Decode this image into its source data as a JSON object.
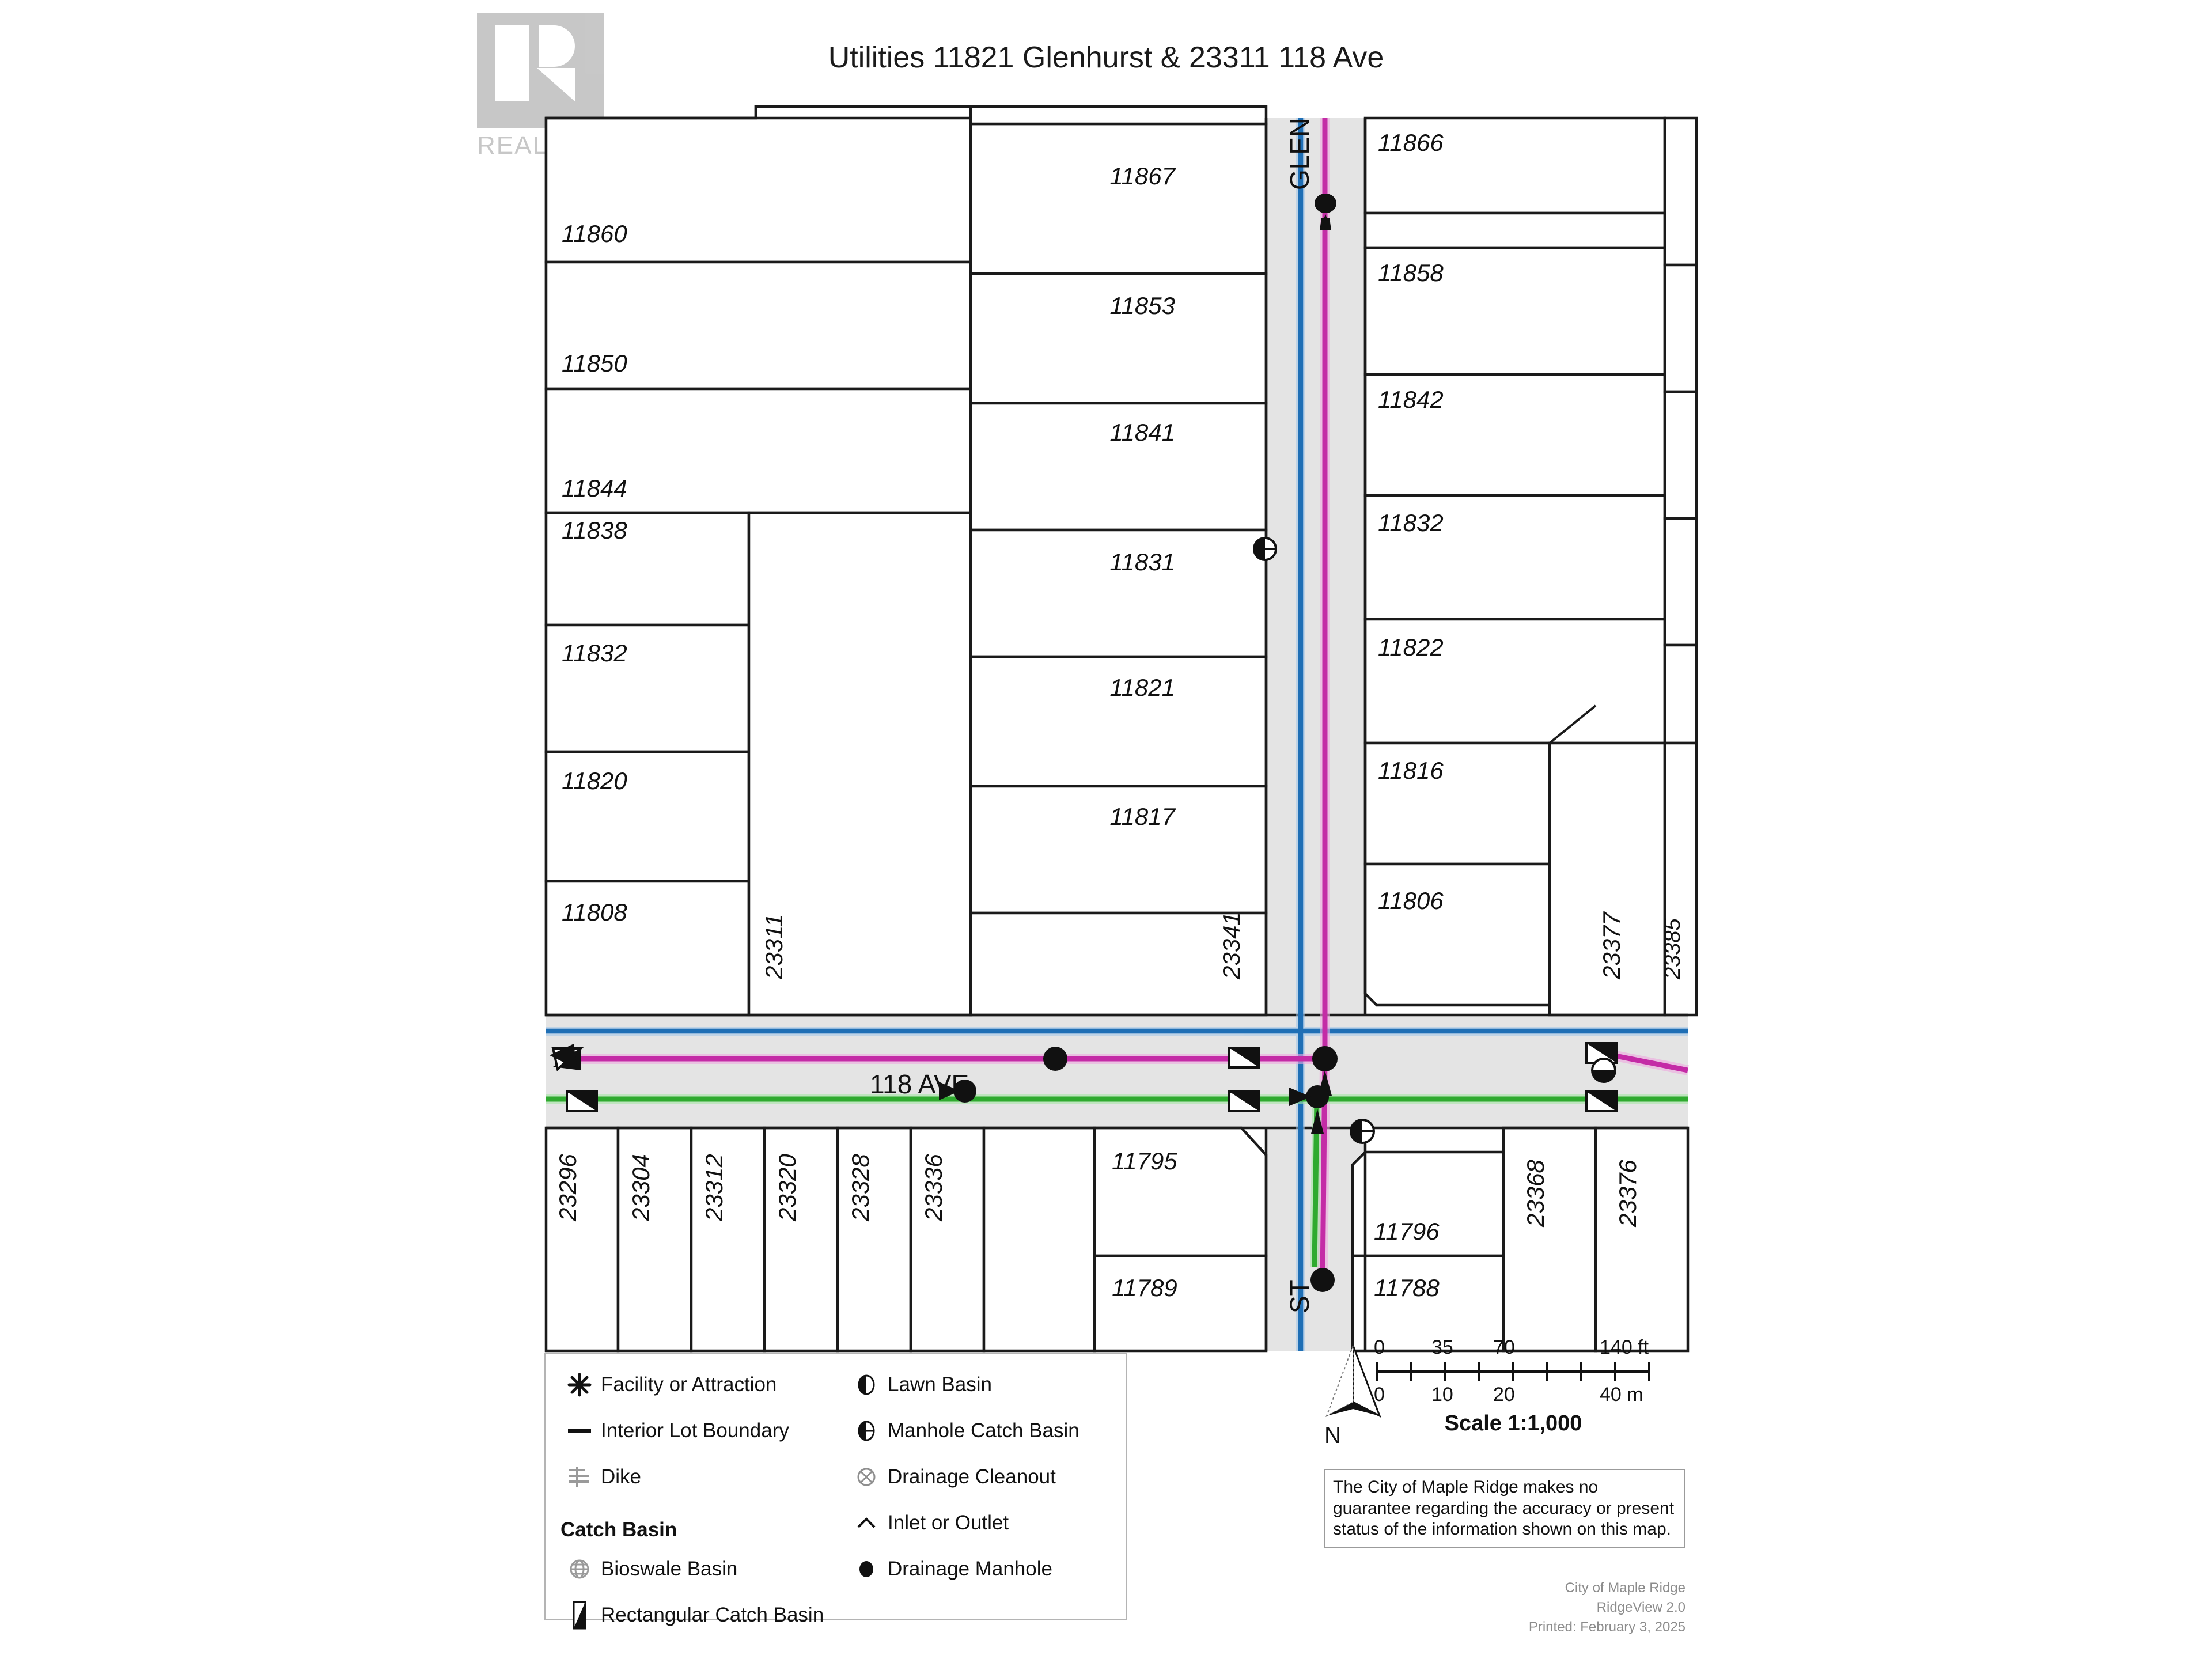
{
  "title": "Utilities 11821 Glenhurst & 23311 118 Ave",
  "watermark": {
    "brand": "REALTOR",
    "registered": "®"
  },
  "streets": {
    "vertical": "GLENHURST ST",
    "vertical_visible_top": "GLEN",
    "vertical_visible_bottom": "ST",
    "horizontal": "118  AVE."
  },
  "parcels": {
    "north_west_block": [
      "11860",
      "11850",
      "11844",
      "11838",
      "11832",
      "11820",
      "11808"
    ],
    "north_west_rear_label": "23311",
    "north_middle_block": [
      "11867",
      "11853",
      "11841",
      "11831",
      "11821",
      "11817"
    ],
    "north_middle_rear_label": "23341",
    "north_east_block": [
      "11866",
      "11858",
      "11842",
      "11832",
      "11822",
      "11816",
      "11806"
    ],
    "north_east_rear_labels": [
      "23377",
      "23385"
    ],
    "south_west_block": [
      "23296",
      "23304",
      "23312",
      "23320",
      "23328",
      "23336"
    ],
    "south_middle_block": [
      "11795",
      "11789"
    ],
    "south_east_block": [
      "11796",
      "11788"
    ],
    "south_east_rear_labels": [
      "23368",
      "23376"
    ]
  },
  "legend": {
    "left_items": [
      {
        "symbol": "facility-or-attraction-icon",
        "label": "Facility or Attraction"
      },
      {
        "symbol": "interior-lot-boundary-icon",
        "label": "Interior Lot Boundary"
      },
      {
        "symbol": "dike-icon",
        "label": "Dike"
      }
    ],
    "left_heading": "Catch Basin",
    "left_catchbasin_items": [
      {
        "symbol": "bioswale-basin-icon",
        "label": "Bioswale Basin"
      },
      {
        "symbol": "rectangular-catch-basin-icon",
        "label": "Rectangular Catch Basin"
      }
    ],
    "right_items": [
      {
        "symbol": "lawn-basin-icon",
        "label": "Lawn Basin"
      },
      {
        "symbol": "manhole-catch-basin-icon",
        "label": "Manhole Catch Basin"
      },
      {
        "symbol": "drainage-cleanout-icon",
        "label": "Drainage Cleanout"
      },
      {
        "symbol": "inlet-or-outlet-icon",
        "label": "Inlet or Outlet"
      },
      {
        "symbol": "drainage-manhole-icon",
        "label": "Drainage Manhole"
      }
    ]
  },
  "scale": {
    "feet_ticks": [
      "0",
      "35",
      "70",
      "140 ft"
    ],
    "meter_ticks": [
      "0",
      "10",
      "20",
      "40 m"
    ],
    "caption": "Scale 1:1,000",
    "north": "N"
  },
  "disclaimer": "The City of Maple Ridge makes no guarantee regarding the accuracy or present status of the information shown on this map.",
  "credits": {
    "line1": "City of Maple Ridge",
    "line2": "RidgeView 2.0",
    "line3": "Printed: February 3, 2025"
  },
  "colors": {
    "road_fill": "#e4e4e4",
    "parcel_line": "#1a1a1a",
    "water_main": "#1f6fb5",
    "sanitary_main": "#c42ba6",
    "storm_main": "#2faa2f",
    "watermark_gray": "#a6a6a6",
    "background": "#ffffff"
  }
}
